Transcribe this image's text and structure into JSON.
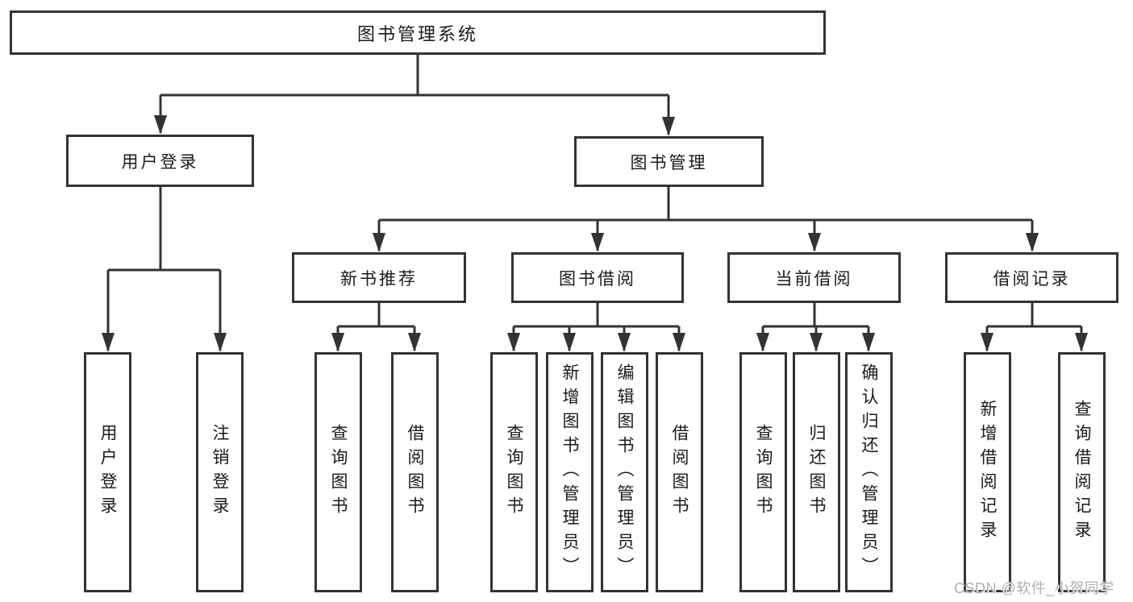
{
  "diagram": {
    "root": {
      "label": "图书管理系统"
    },
    "branches": [
      {
        "label": "用户登录",
        "children": [
          {
            "label": "用户登录"
          },
          {
            "label": "注销登录"
          }
        ]
      },
      {
        "label": "图书管理",
        "groups": [
          {
            "label": "新书推荐",
            "children": [
              {
                "label": "查询图书"
              },
              {
                "label": "借阅图书"
              }
            ]
          },
          {
            "label": "图书借阅",
            "children": [
              {
                "label": "查询图书"
              },
              {
                "label": "新增图书（管理员）"
              },
              {
                "label": "编辑图书（管理员）"
              },
              {
                "label": "借阅图书"
              }
            ]
          },
          {
            "label": "当前借阅",
            "children": [
              {
                "label": "查询图书"
              },
              {
                "label": "归还图书"
              },
              {
                "label": "确认归还（管理员）"
              }
            ]
          },
          {
            "label": "借阅记录",
            "children": [
              {
                "label": "新增借阅记录"
              },
              {
                "label": "查询借阅记录"
              }
            ]
          }
        ]
      }
    ]
  },
  "watermark": {
    "text": "CSDN @软件_小贺同学"
  },
  "colors": {
    "line": "#333333",
    "text": "#1a1a1a",
    "background": "#ffffff",
    "watermark": "#b0b0b0"
  }
}
